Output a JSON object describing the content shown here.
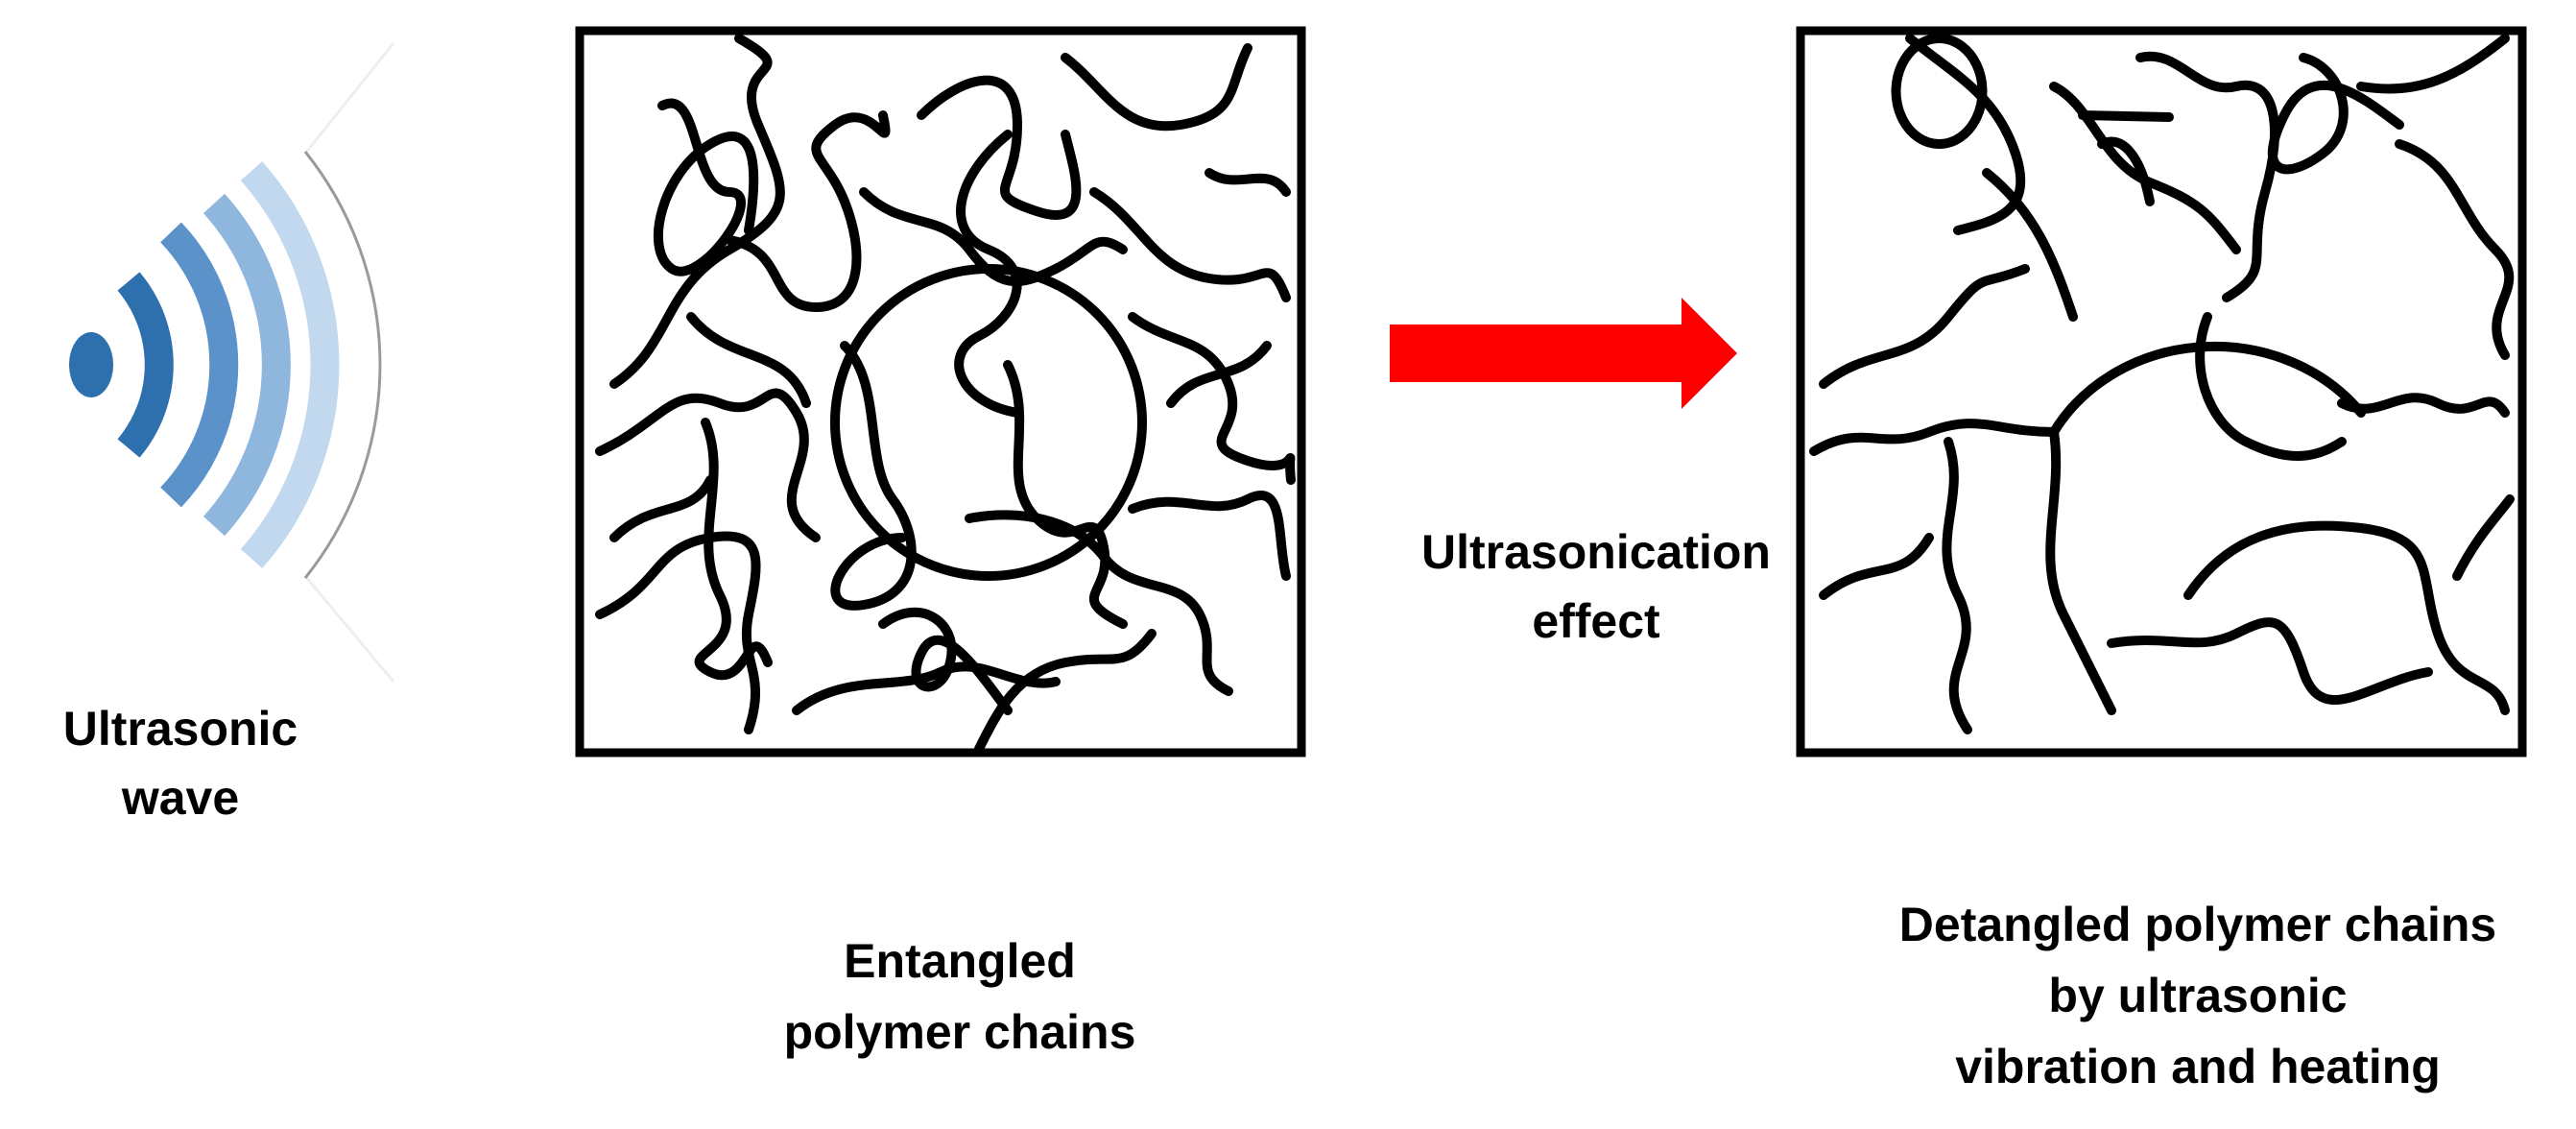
{
  "wave": {
    "label_line1": "Ultrasonic",
    "label_line2": "wave",
    "colors": [
      "#2e6fae",
      "#5b92c9",
      "#8fb7de",
      "#c2d8ee",
      "#9a9a9a"
    ]
  },
  "arrow": {
    "color": "#ff0000",
    "label_line1": "Ultrasonication",
    "label_line2": "effect"
  },
  "entangled": {
    "caption_line1": "Entangled",
    "caption_line2": "polymer chains"
  },
  "detangled": {
    "caption_line1": "Detangled polymer chains",
    "caption_line2": "by ultrasonic",
    "caption_line3": "vibration and heating"
  }
}
